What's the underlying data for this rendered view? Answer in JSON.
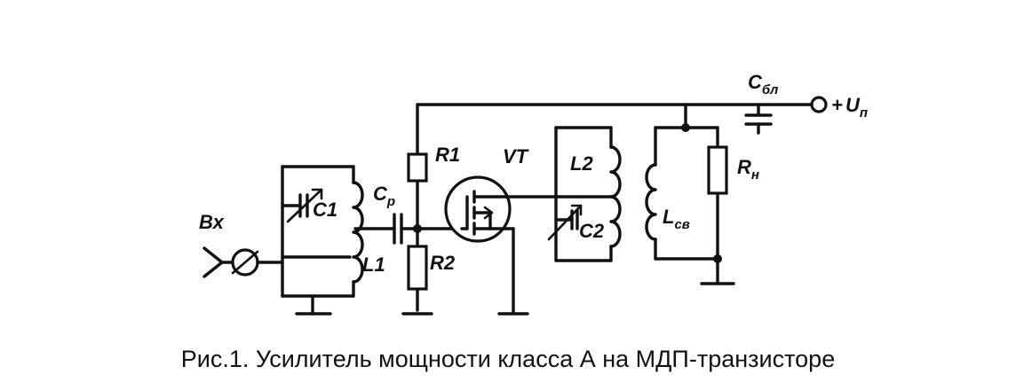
{
  "labels": {
    "input": "Вх",
    "c1": "C1",
    "l1": "L1",
    "cp_main": "C",
    "cp_sub": "р",
    "r1": "R1",
    "r2": "R2",
    "vt": "VT",
    "l2": "L2",
    "c2": "C2",
    "lsv_main": "L",
    "lsv_sub": "св",
    "rn_main": "R",
    "rn_sub": "н",
    "cbl_main": "C",
    "cbl_sub": "бл",
    "supply_plus": "+",
    "supply_main": "U",
    "supply_sub": "п"
  },
  "caption": "Рис.1. Усилитель мощности класса А на МДП-транзисторе"
}
